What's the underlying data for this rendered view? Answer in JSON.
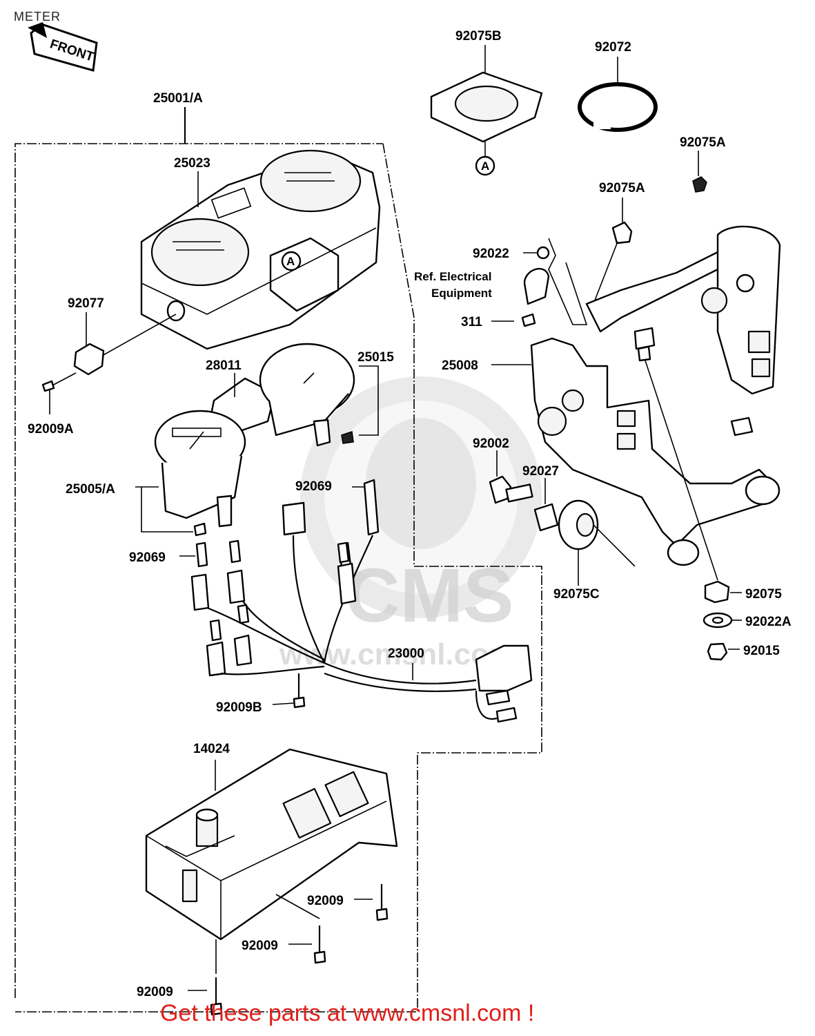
{
  "page": {
    "title": "METER",
    "footer": "Get these parts at www.cmsnl.com !"
  },
  "badges": {
    "front": "FRONT",
    "ref_a": "A"
  },
  "watermark": {
    "brand": "CMS",
    "url": "www.cmsnl.com"
  },
  "reference": {
    "line1": "Ref. Electrical",
    "line2": "Equipment"
  },
  "parts": {
    "p25001A": "25001/A",
    "p25023": "25023",
    "p92077": "92077",
    "p92009A": "92009A",
    "p28011": "28011",
    "p25015": "25015",
    "p25005A": "25005/A",
    "p92069a": "92069",
    "p92069b": "92069",
    "p23000": "23000",
    "p92009B": "92009B",
    "p14024": "14024",
    "p92009a": "92009",
    "p92009b": "92009",
    "p92009c": "92009",
    "p92075B": "92075B",
    "p92072": "92072",
    "p92075A1": "92075A",
    "p92075A2": "92075A",
    "p92022": "92022",
    "p311": "311",
    "p25008": "25008",
    "p92002": "92002",
    "p92027": "92027",
    "p92075C": "92075C",
    "p92075": "92075",
    "p92022A": "92022A",
    "p92015": "92015"
  }
}
